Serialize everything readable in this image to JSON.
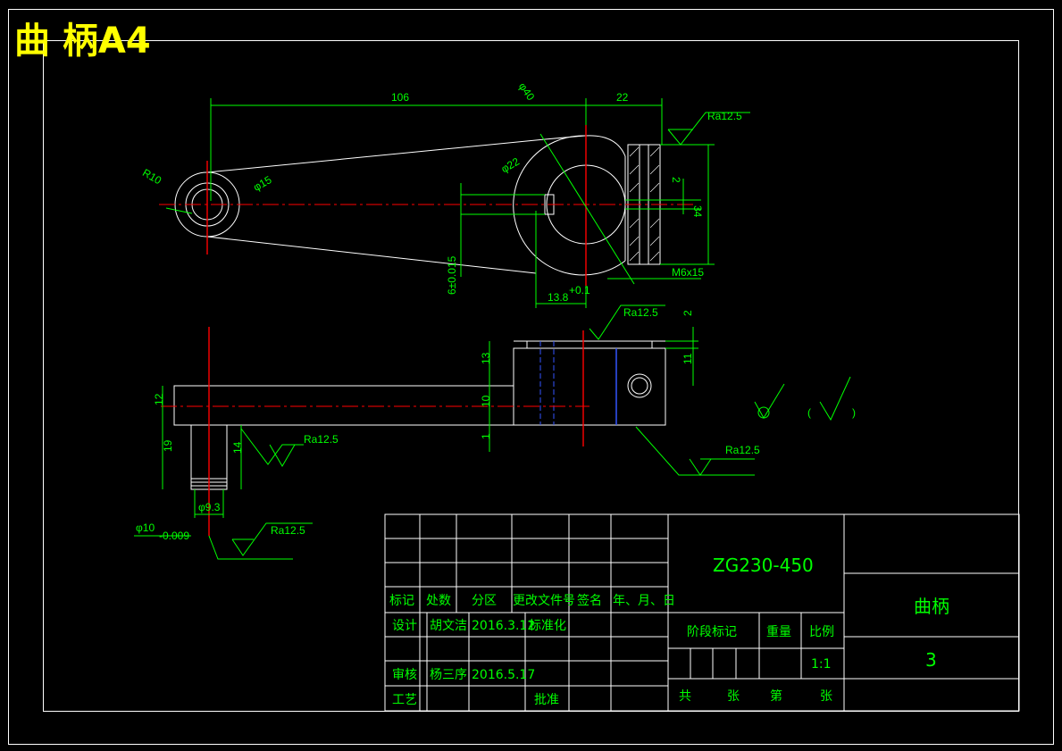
{
  "header": {
    "title": "曲 柄A4"
  },
  "dimensions": {
    "top_view": {
      "length_106": "106",
      "dia_40": "φ40",
      "len_22": "22",
      "r10": "R10",
      "dia_15": "φ15",
      "dia_22": "φ22",
      "dim_2": "2",
      "dim_34": "34",
      "tol_6": "6±0.015",
      "dim_13_8": "13.8",
      "dim_13_8_tol": "+0.1",
      "thread": "M6x15"
    },
    "front_view": {
      "dim_2": "2",
      "dim_13": "13",
      "dim_11": "11",
      "dim_12": "12",
      "dim_10": "10",
      "dim_1": "1",
      "dim_19": "19",
      "dim_14": "14",
      "dia_9_3": "φ9.3",
      "dia_10": "φ10",
      "dia_10_tol": "-0.009"
    }
  },
  "roughness": {
    "ra1": "Ra12.5",
    "ra2": "Ra12.5",
    "ra3": "Ra12.5",
    "ra4": "Ra12.5",
    "ra5": "Ra12.5",
    "general_paren_open": "(",
    "general_paren_close": ")"
  },
  "title_block": {
    "material": "ZG230-450",
    "part_name": "曲柄",
    "drawing_no": "3",
    "col_mark": "标记",
    "col_count": "处数",
    "col_zone": "分区",
    "col_change_doc": "更改文件号",
    "col_signature": "签名",
    "col_date": "年、月、日",
    "row_design": "设计",
    "designer": "胡文洁",
    "design_date": "2016.3.12",
    "standardize": "标准化",
    "row_review": "审核",
    "reviewer": "杨三序",
    "review_date": "2016.5.17",
    "row_process": "工艺",
    "approve": "批准",
    "stage_mark": "阶段标记",
    "weight": "重量",
    "scale_label": "比例",
    "scale": "1:1",
    "total": "共",
    "sheets1": "张",
    "sheet_no": "第",
    "sheets2": "张"
  }
}
